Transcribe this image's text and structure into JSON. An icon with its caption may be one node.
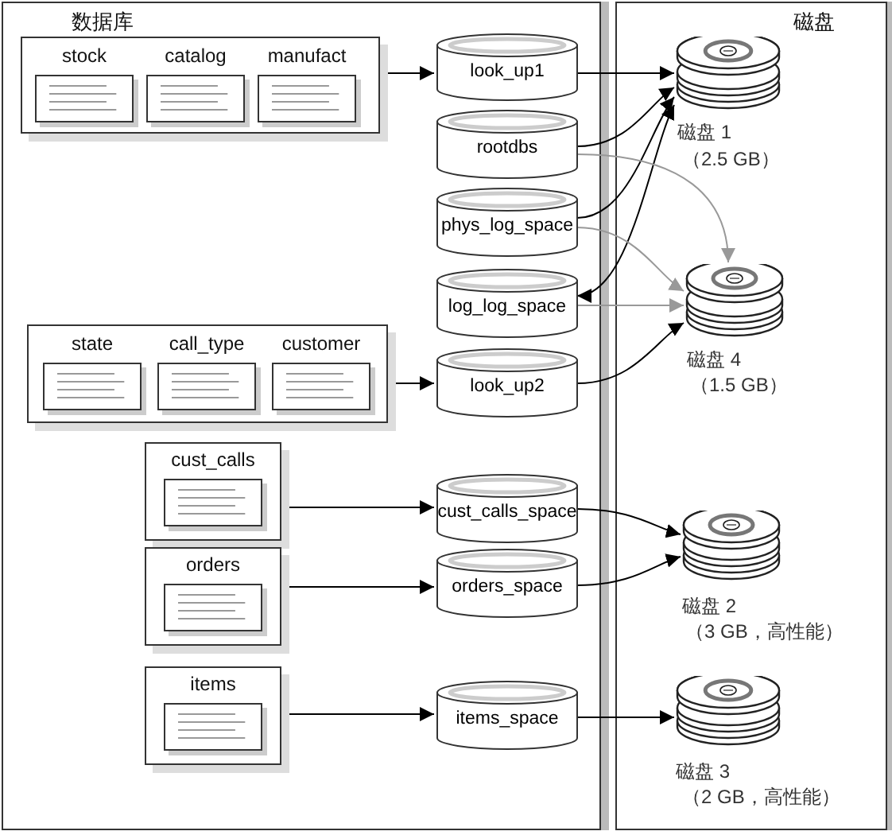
{
  "diagram": {
    "nodes": [
      {
        "text": [
          "数据库"
        ]
      },
      {
        "text": [
          "磁盘"
        ]
      },
      {
        "text": [],
        "shape": "box",
        "in": 0
      },
      {
        "text": [
          "stock"
        ],
        "in": 2
      },
      {
        "text": [
          "catalog"
        ],
        "in": 2
      },
      {
        "text": [
          "manufact"
        ],
        "in": 2
      },
      {
        "text": [
          "look_up1"
        ],
        "in": 0
      },
      {
        "text": [
          "rootdbs"
        ],
        "in": 0
      },
      {
        "text": [
          "phys_log_space"
        ],
        "in": 0
      },
      {
        "text": [
          "log_log_space"
        ],
        "in": 0
      },
      {
        "text": [],
        "shape": "box",
        "in": 0
      },
      {
        "text": [
          "state"
        ],
        "in": 10
      },
      {
        "text": [
          "call_type"
        ],
        "in": 10
      },
      {
        "text": [
          "customer"
        ],
        "in": 10
      },
      {
        "text": [
          "look_up2"
        ],
        "in": 0
      },
      {
        "text": [
          "cust_calls"
        ],
        "in": 0
      },
      {
        "text": [
          "orders"
        ],
        "in": 0
      },
      {
        "text": [
          "items"
        ],
        "in": 0
      },
      {
        "text": [
          "cust_calls_space"
        ],
        "in": 0
      },
      {
        "text": [
          "orders_space"
        ],
        "in": 0
      },
      {
        "text": [
          "items_space"
        ],
        "in": 0
      },
      {
        "text": [],
        "shape": "disk",
        "in": 1,
        "beside": [
          "磁盘 1",
          "（2.5 GB）"
        ]
      },
      {
        "text": [],
        "shape": "disk",
        "in": 1,
        "beside": [
          "磁盘 4",
          "（1.5 GB）"
        ]
      },
      {
        "text": [],
        "shape": "disk",
        "in": 1,
        "beside": [
          "磁盘 2",
          "（3 GB，高性能）"
        ]
      },
      {
        "text": [],
        "shape": "disk",
        "in": 1,
        "beside": [
          "磁盘 3",
          "（2 GB，高性能）"
        ]
      }
    ],
    "edges": [
      {
        "from": 2,
        "to": 6,
        "arrow": "to"
      },
      {
        "from": 6,
        "to": 21,
        "arrow": "to"
      },
      {
        "from": 7,
        "to": 21,
        "arrow": "to"
      },
      {
        "from": 8,
        "to": 21,
        "arrow": "to"
      },
      {
        "from": 9,
        "to": 21,
        "arrow": "both"
      },
      {
        "from": 7,
        "to": 22,
        "arrow": "to",
        "color": "#999999"
      },
      {
        "from": 8,
        "to": 22,
        "arrow": "to",
        "color": "#999999"
      },
      {
        "from": 9,
        "to": 22,
        "arrow": "to",
        "color": "#999999"
      },
      {
        "from": 14,
        "to": 22,
        "arrow": "to"
      },
      {
        "from": 10,
        "to": 14,
        "arrow": "to"
      },
      {
        "from": 15,
        "to": 18,
        "arrow": "to"
      },
      {
        "from": 16,
        "to": 19,
        "arrow": "to"
      },
      {
        "from": 17,
        "to": 20,
        "arrow": "to"
      },
      {
        "from": 18,
        "to": 23,
        "arrow": "to"
      },
      {
        "from": 19,
        "to": 23,
        "arrow": "to"
      },
      {
        "from": 20,
        "to": 24,
        "arrow": "to"
      }
    ]
  }
}
